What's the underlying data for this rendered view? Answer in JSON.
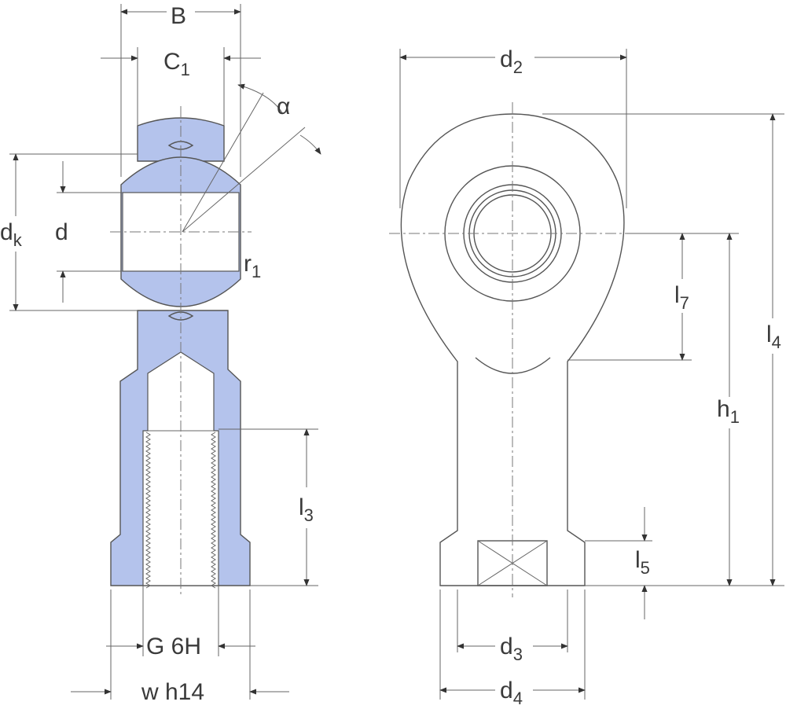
{
  "section_view": {
    "labels": {
      "B": "B",
      "C": "C",
      "C_sub": "1",
      "alpha": "α",
      "dk": "d",
      "dk_sub": "k",
      "d": "d",
      "r": "r",
      "r_sub": "1",
      "l3": "l",
      "l3_sub": "3",
      "G": "G 6H",
      "w": "w h14"
    }
  },
  "side_view": {
    "labels": {
      "d2": "d",
      "d2_sub": "2",
      "l7": "l",
      "l7_sub": "7",
      "h1": "h",
      "h1_sub": "1",
      "l4": "l",
      "l4_sub": "4",
      "l5": "l",
      "l5_sub": "5",
      "d3": "d",
      "d3_sub": "3",
      "d4": "d",
      "d4_sub": "4"
    }
  },
  "colors": {
    "part_fill": "#b4c3ec",
    "line": "#555555"
  }
}
